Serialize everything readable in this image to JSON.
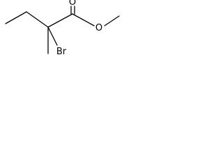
{
  "molecule": {
    "atoms": {
      "carbonyl_oxygen": "O",
      "ester_oxygen": "O",
      "bromine": "Br"
    },
    "colors": {
      "bond": "#000000",
      "label": "#000000",
      "background": "#ffffff"
    }
  }
}
